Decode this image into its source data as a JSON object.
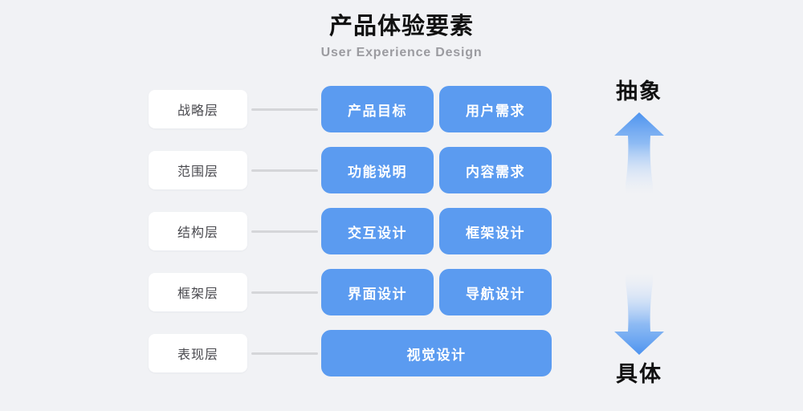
{
  "header": {
    "title": "产品体验要素",
    "subtitle": "User Experience Design"
  },
  "colors": {
    "background": "#f1f2f5",
    "box_blue": "#5b9bf0",
    "card_white": "#ffffff",
    "connector_gray": "#d5d6d9",
    "title_black": "#111111",
    "subtitle_gray": "#9b9ba0",
    "card_text": "#4a4a4f"
  },
  "rows": [
    {
      "layer": "战略层",
      "boxes": [
        "产品目标",
        "用户需求"
      ]
    },
    {
      "layer": "范围层",
      "boxes": [
        "功能说明",
        "内容需求"
      ]
    },
    {
      "layer": "结构层",
      "boxes": [
        "交互设计",
        "框架设计"
      ]
    },
    {
      "layer": "框架层",
      "boxes": [
        "界面设计",
        "导航设计"
      ]
    },
    {
      "layer": "表现层",
      "boxes": [
        "视觉设计"
      ]
    }
  ],
  "axis": {
    "top_label": "抽象",
    "bottom_label": "具体",
    "up_arrow_icon": "arrow-up-gradient-icon",
    "down_arrow_icon": "arrow-down-gradient-icon"
  }
}
